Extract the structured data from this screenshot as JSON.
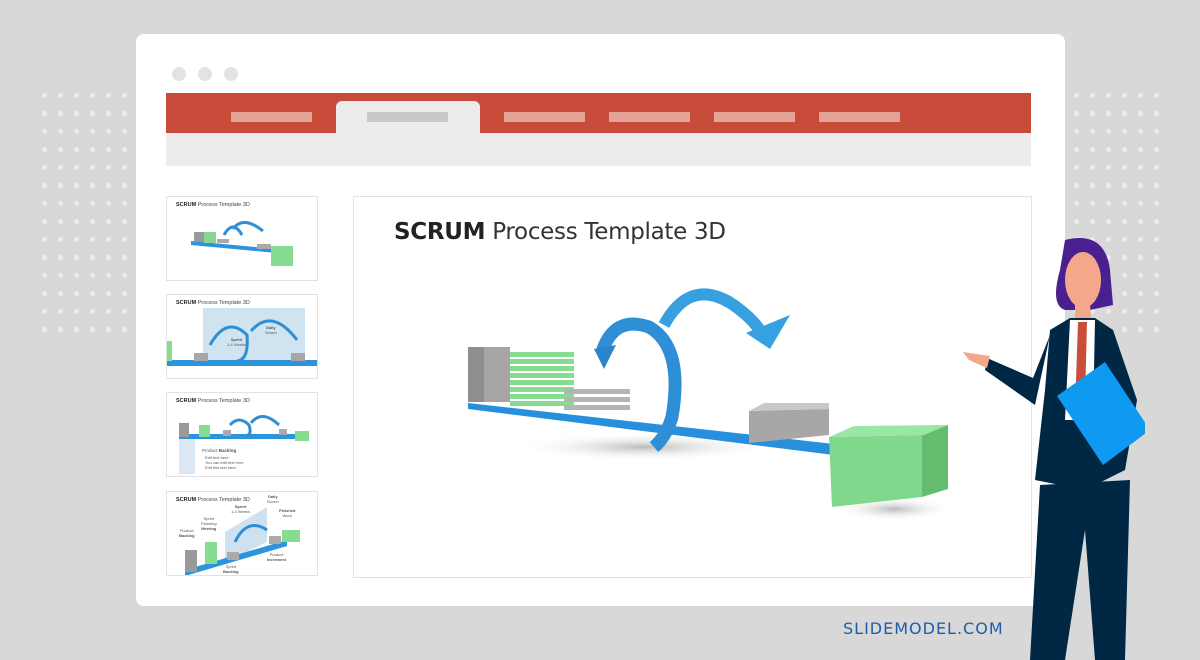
{
  "window": {
    "controls": [
      "close",
      "minimize",
      "maximize"
    ],
    "ribbon_color": "#c84b3a",
    "tabs": 6,
    "active_tab": 1
  },
  "thumbnails": [
    {
      "title_bold": "SCRUM",
      "title_rest": " Process Template 3D"
    },
    {
      "title_bold": "SCRUM",
      "title_rest": " Process Template 3D",
      "labels": [
        "Sprint",
        "1-4 Weeks",
        "Daily",
        "Scrum"
      ]
    },
    {
      "title_bold": "SCRUM",
      "title_rest": " Process Template 3D",
      "heading_pre": "Product ",
      "heading_bold": "Backlog",
      "bullets": [
        "Edit text here",
        "You can edit text here",
        "Edit this text here"
      ]
    },
    {
      "title_bold": "SCRUM",
      "title_rest": " Process Template 3D",
      "labels": [
        "Sprint",
        "1-4 Weeks",
        "Daily",
        "Scrum",
        "Product",
        "Backlog",
        "Sprint",
        "Planning",
        "Meeting",
        "Finished",
        "Work",
        "Sprint",
        "Backlog",
        "Product",
        "Increment"
      ]
    }
  ],
  "slide": {
    "title_bold": "SCRUM",
    "title_rest": " Process Template 3D"
  },
  "colors": {
    "arrow": "#2f8fd6",
    "green": "#86dd91",
    "gray": "#a9a9a9",
    "suit": "#002744",
    "folder": "#0d9af0",
    "hair": "#4a2091"
  },
  "brand": {
    "logo": "SLIDEMODEL.COM"
  }
}
